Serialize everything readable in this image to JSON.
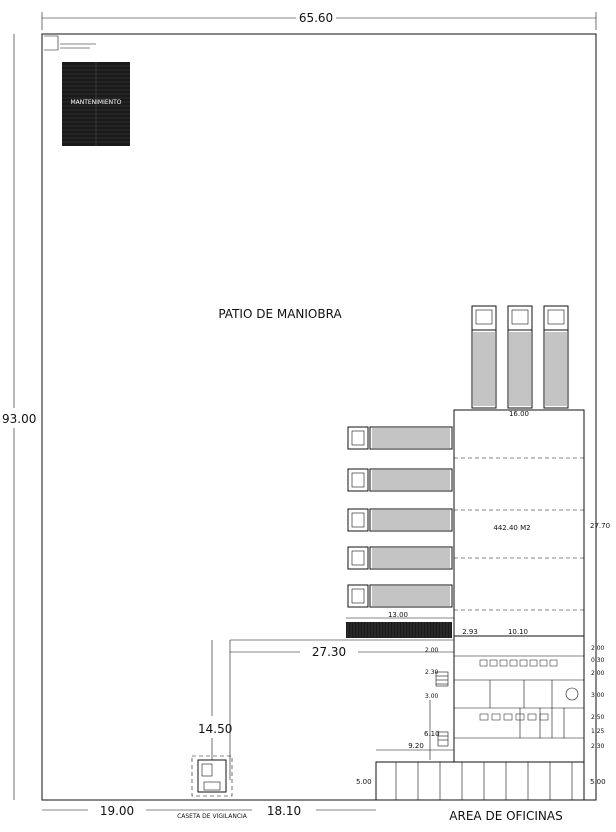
{
  "dimensions": {
    "top_width": "65.60",
    "left_height": "93.00",
    "bottom_left": "19.00",
    "bottom_mid": "18.10",
    "gate_offset": "27.30",
    "gate_height": "14.50",
    "warehouse_top": "16.00",
    "warehouse_side": "27.70",
    "loading_width": "13.00",
    "office_a": "2.93",
    "office_b": "10.10",
    "office_c": "9.20",
    "office_d": "6.10",
    "parking_depth": "5.00",
    "parking_depth_right": "5.00",
    "right_stack": [
      "2.00",
      "0.30",
      "2.00",
      "3.00",
      "2.50",
      "1.25",
      "2.30"
    ],
    "left_stack": [
      "2.00",
      "2.30",
      "3.00"
    ]
  },
  "labels": {
    "yard": "PATIO DE MANIOBRA",
    "maintenance": "MANTENIMIENTO",
    "warehouse_area": "442.40 M2",
    "guard_house": "CASETA DE VIGILANCIA",
    "office_area": "AREA DE OFICINAS"
  },
  "colors": {
    "ink": "#111111",
    "paper": "#ffffff"
  }
}
